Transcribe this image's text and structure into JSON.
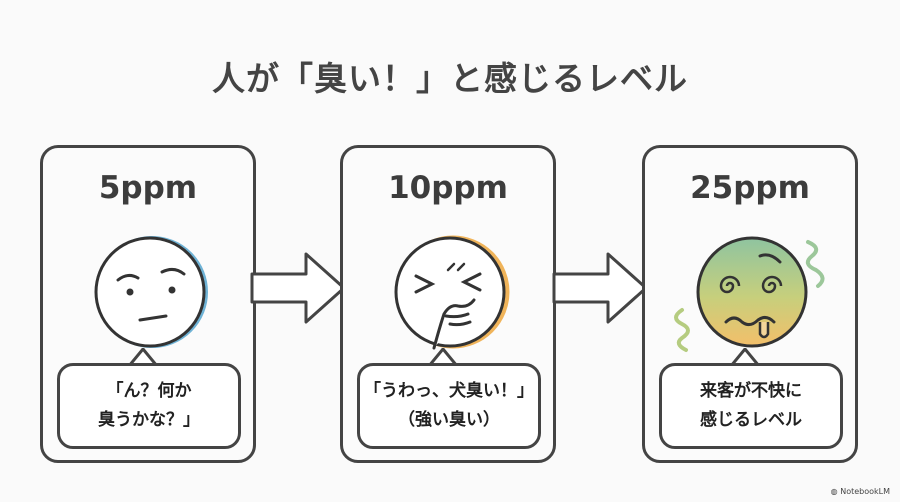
{
  "title": "人が「臭い！」と感じるレベル",
  "levels": [
    {
      "ppm": "5ppm",
      "face_icon": "puzzled-face",
      "lines": [
        "「ん？何か",
        "臭うかな？」"
      ]
    },
    {
      "ppm": "10ppm",
      "face_icon": "nose-pinching-face",
      "lines": [
        "「うわっ、犬臭い！」",
        "（強い臭い）"
      ]
    },
    {
      "ppm": "25ppm",
      "face_icon": "dizzy-nauseated-face",
      "lines": [
        "来客が不快に",
        "感じるレベル"
      ]
    }
  ],
  "watermark": "NotebookLM",
  "colors": {
    "stroke": "#444444",
    "blue_accent": "#6fb3d6",
    "orange_accent": "#f0b45a",
    "green_accent": "#9cc79a"
  }
}
